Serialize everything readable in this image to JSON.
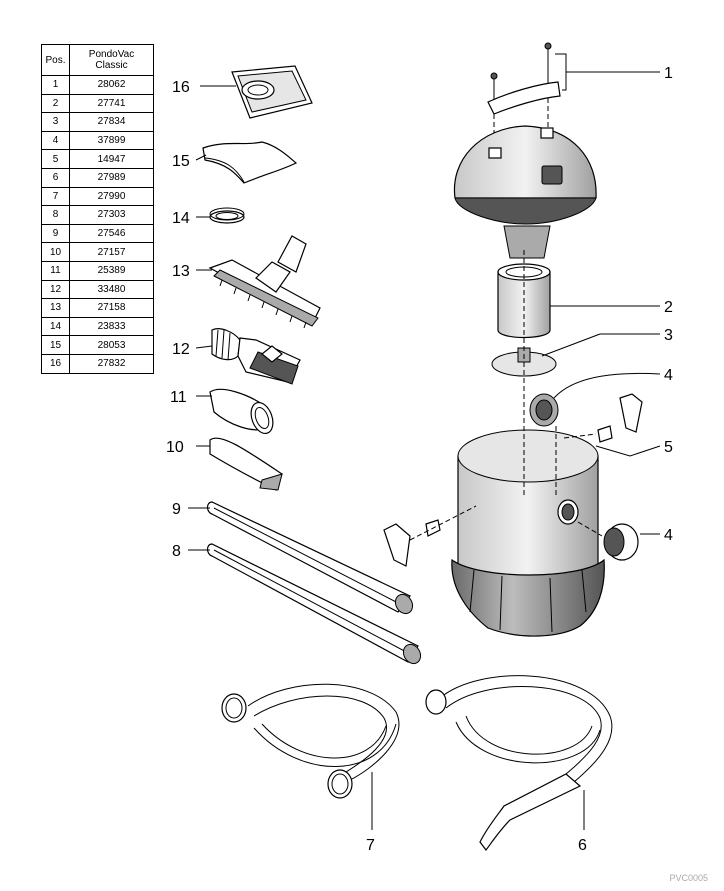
{
  "table": {
    "header_pos": "Pos.",
    "header_model_line1": "PondoVac",
    "header_model_line2": "Classic",
    "rows": [
      {
        "pos": "1",
        "part": "28062"
      },
      {
        "pos": "2",
        "part": "27741"
      },
      {
        "pos": "3",
        "part": "27834"
      },
      {
        "pos": "4",
        "part": "37899"
      },
      {
        "pos": "5",
        "part": "14947"
      },
      {
        "pos": "6",
        "part": "27989"
      },
      {
        "pos": "7",
        "part": "27990"
      },
      {
        "pos": "8",
        "part": "27303"
      },
      {
        "pos": "9",
        "part": "27546"
      },
      {
        "pos": "10",
        "part": "27157"
      },
      {
        "pos": "11",
        "part": "25389"
      },
      {
        "pos": "12",
        "part": "33480"
      },
      {
        "pos": "13",
        "part": "27158"
      },
      {
        "pos": "14",
        "part": "23833"
      },
      {
        "pos": "15",
        "part": "28053"
      },
      {
        "pos": "16",
        "part": "27832"
      }
    ]
  },
  "callouts": {
    "c1": "1",
    "c2": "2",
    "c3": "3",
    "c4a": "4",
    "c4b": "4",
    "c5": "5",
    "c6": "6",
    "c7": "7",
    "c8": "8",
    "c9": "9",
    "c10": "10",
    "c11": "11",
    "c12": "12",
    "c13": "13",
    "c14": "14",
    "c15": "15",
    "c16": "16"
  },
  "drawing_code": "PVC0005"
}
